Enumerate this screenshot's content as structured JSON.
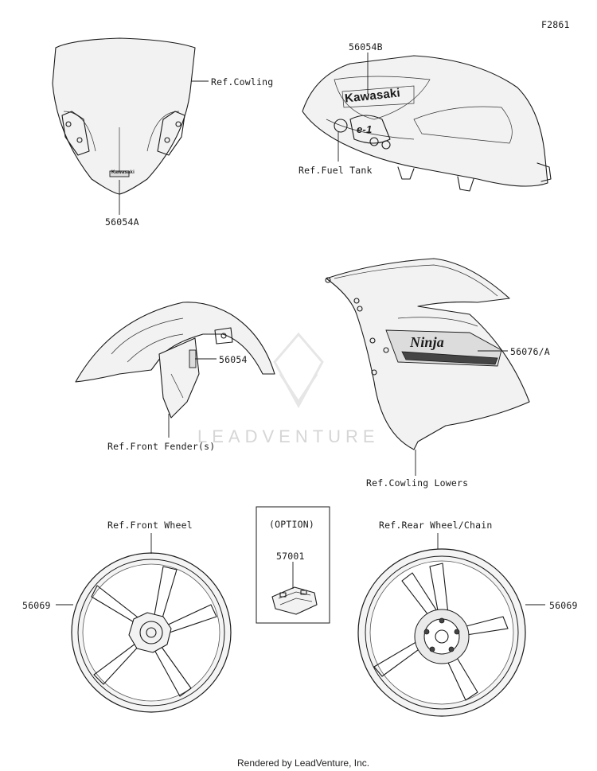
{
  "figure_id": "F2861",
  "watermark": "LEADVENTURE",
  "footer": "Rendered by LeadVenture, Inc.",
  "labels": {
    "ref_cowling": "Ref.Cowling",
    "part_56054A": "56054A",
    "part_56054B": "56054B",
    "ref_fuel_tank": "Ref.Fuel Tank",
    "part_56054": "56054",
    "ref_front_fender": "Ref.Front Fender(s)",
    "part_56076A": "56076/A",
    "ref_cowling_lowers": "Ref.Cowling Lowers",
    "ref_front_wheel": "Ref.Front Wheel",
    "option": "(OPTION)",
    "part_57001": "57001",
    "ref_rear_wheel": "Ref.Rear Wheel/Chain",
    "part_56069_left": "56069",
    "part_56069_right": "56069"
  },
  "decal_text": {
    "windshield_logo": "Kawasaki",
    "tank_logo": "Kawasaki",
    "tank_model": "e-1",
    "cowl_logo": "Ninja"
  }
}
